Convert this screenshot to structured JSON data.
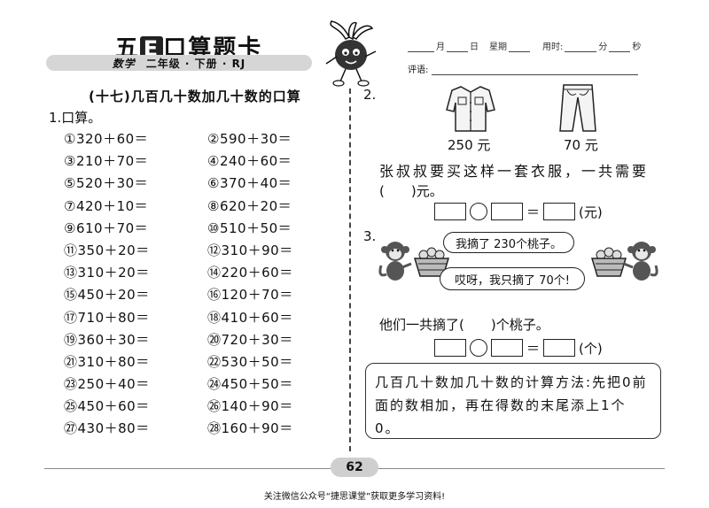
{
  "header": {
    "brand_prefix": "五",
    "brand_box": "E",
    "brand_suffix": "口算题卡",
    "subject": "数学",
    "grade": "二年级 · 下册 · RJ"
  },
  "meta": {
    "month": "月",
    "day": "日",
    "weekday": "星期",
    "time_used": "用时:",
    "minute": "分",
    "second": "秒",
    "comment": "评语:"
  },
  "section": {
    "title": "(十七)几百几十数加几十数的口算",
    "q1_label": "1.口算。"
  },
  "problems": [
    "①320＋60＝",
    "②590＋30＝",
    "③210＋70＝",
    "④240＋60＝",
    "⑤520＋30＝",
    "⑥370＋40＝",
    "⑦420＋10＝",
    "⑧620＋20＝",
    "⑨610＋70＝",
    "⑩510＋50＝",
    "⑪350＋20＝",
    "⑫310＋90＝",
    "⑬310＋20＝",
    "⑭220＋60＝",
    "⑮450＋20＝",
    "⑯120＋70＝",
    "⑰710＋80＝",
    "⑱410＋60＝",
    "⑲360＋30＝",
    "⑳720＋30＝",
    "㉑310＋80＝",
    "㉒530＋50＝",
    "㉓250＋40＝",
    "㉔450＋50＝",
    "㉕450＋60＝",
    "㉖140＋90＝",
    "㉗430＋80＝",
    "㉘160＋90＝"
  ],
  "q2": {
    "label": "2.",
    "price_shirt": "250 元",
    "price_pants": "70 元",
    "text1": "张叔叔要买这样一套衣服，一共需要",
    "text2": "(　　)元。",
    "unit": "(元)"
  },
  "q3": {
    "label": "3.",
    "bubble1": "我摘了 230个桃子。",
    "bubble2": "哎呀，我只摘了 70个!",
    "text": "他们一共摘了(　　)个桃子。",
    "unit": "(个)"
  },
  "tip": {
    "text": "几百几十数加几十数的计算方法:先把0前面的数相加，再在得数的末尾添上1个0。"
  },
  "footer": {
    "page_number": "62",
    "note": "关注微信公众号“捷思课堂”获取更多学习资料!"
  },
  "colors": {
    "bar_gray": "#d6d6d6",
    "ink": "#111111"
  }
}
